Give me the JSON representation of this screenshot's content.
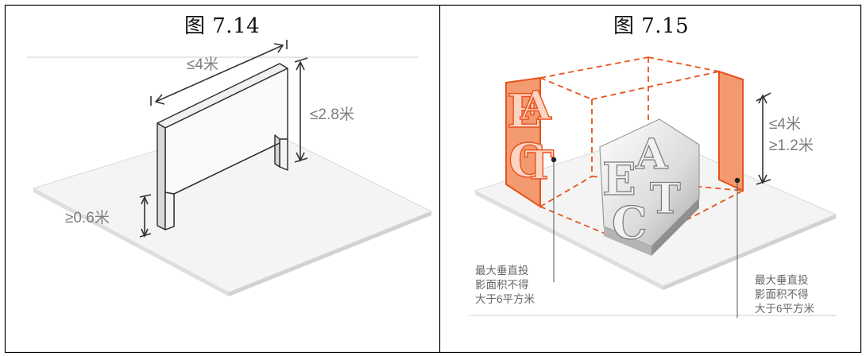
{
  "left_panel": {
    "title": "图 7.14",
    "labels": {
      "width": "≤4米",
      "height": "≤2.8米",
      "clearance": "≥0.6米"
    }
  },
  "right_panel": {
    "title": "图 7.15",
    "sculpture_text": [
      "E",
      "A",
      "C",
      "T"
    ],
    "labels": {
      "max_height": "≤4米",
      "min_height": "≥1.2米",
      "note_left": [
        "最大垂直投",
        "影面积不得",
        "大于6平方米"
      ],
      "note_right": [
        "最大垂直投",
        "影面积不得",
        "大于6平方米"
      ]
    }
  },
  "colors": {
    "accent_orange": "#e8521c",
    "orange_fill": "#f39a71",
    "dim_line": "#333333",
    "label_gray": "#7d7d7d"
  }
}
